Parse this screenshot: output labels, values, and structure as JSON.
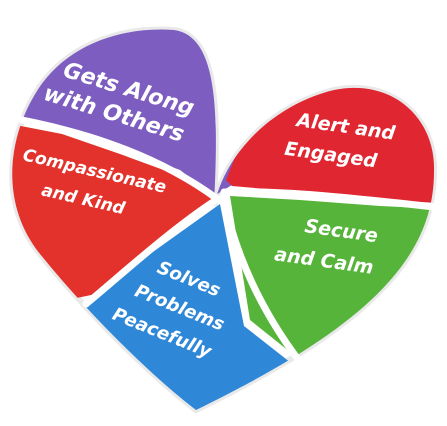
{
  "colors": {
    "background": "#ffffff",
    "separator": "#ffffff",
    "text": "#ffffff"
  },
  "segments": [
    {
      "id": "gets-along",
      "color": "#7d5ec0",
      "lines": [
        "Gets Along",
        "with Others"
      ]
    },
    {
      "id": "compassionate",
      "color": "#e3322c",
      "lines": [
        "Compassionate",
        "and Kind"
      ]
    },
    {
      "id": "alert",
      "color": "#e02631",
      "lines": [
        "Alert and",
        "Engaged"
      ]
    },
    {
      "id": "secure",
      "color": "#57b43a",
      "lines": [
        "Secure",
        "and Calm"
      ]
    },
    {
      "id": "solves",
      "color": "#2f87d8",
      "lines": [
        "Solves",
        "Problems",
        "Peacefully"
      ]
    }
  ]
}
